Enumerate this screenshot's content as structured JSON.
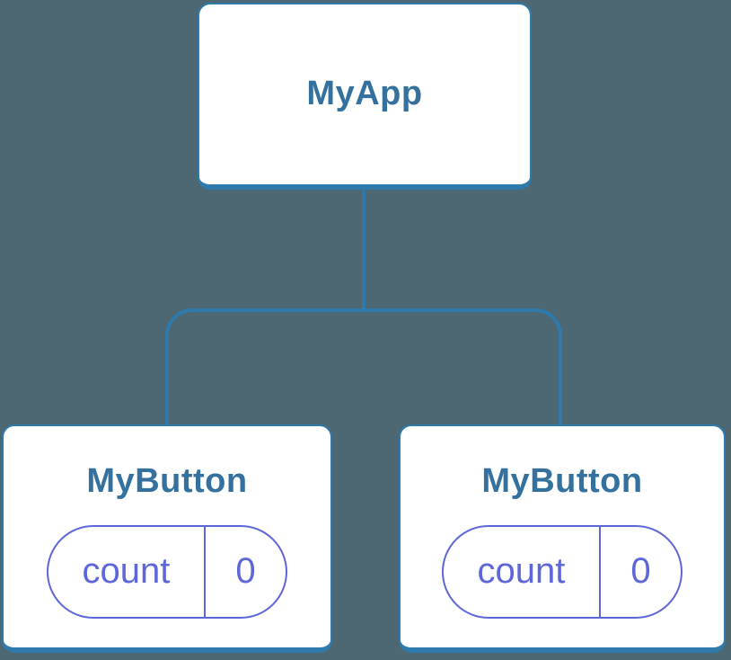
{
  "diagram": {
    "type": "component-tree",
    "colors": {
      "background": "#4d6872",
      "card_background": "#ffffff",
      "connector_blue": "#2e7aac",
      "title_blue": "#35719e",
      "state_purple": "#5d67d8"
    },
    "root": {
      "label": "MyApp"
    },
    "children": [
      {
        "label": "MyButton",
        "state": {
          "key": "count",
          "value": "0"
        }
      },
      {
        "label": "MyButton",
        "state": {
          "key": "count",
          "value": "0"
        }
      }
    ]
  }
}
